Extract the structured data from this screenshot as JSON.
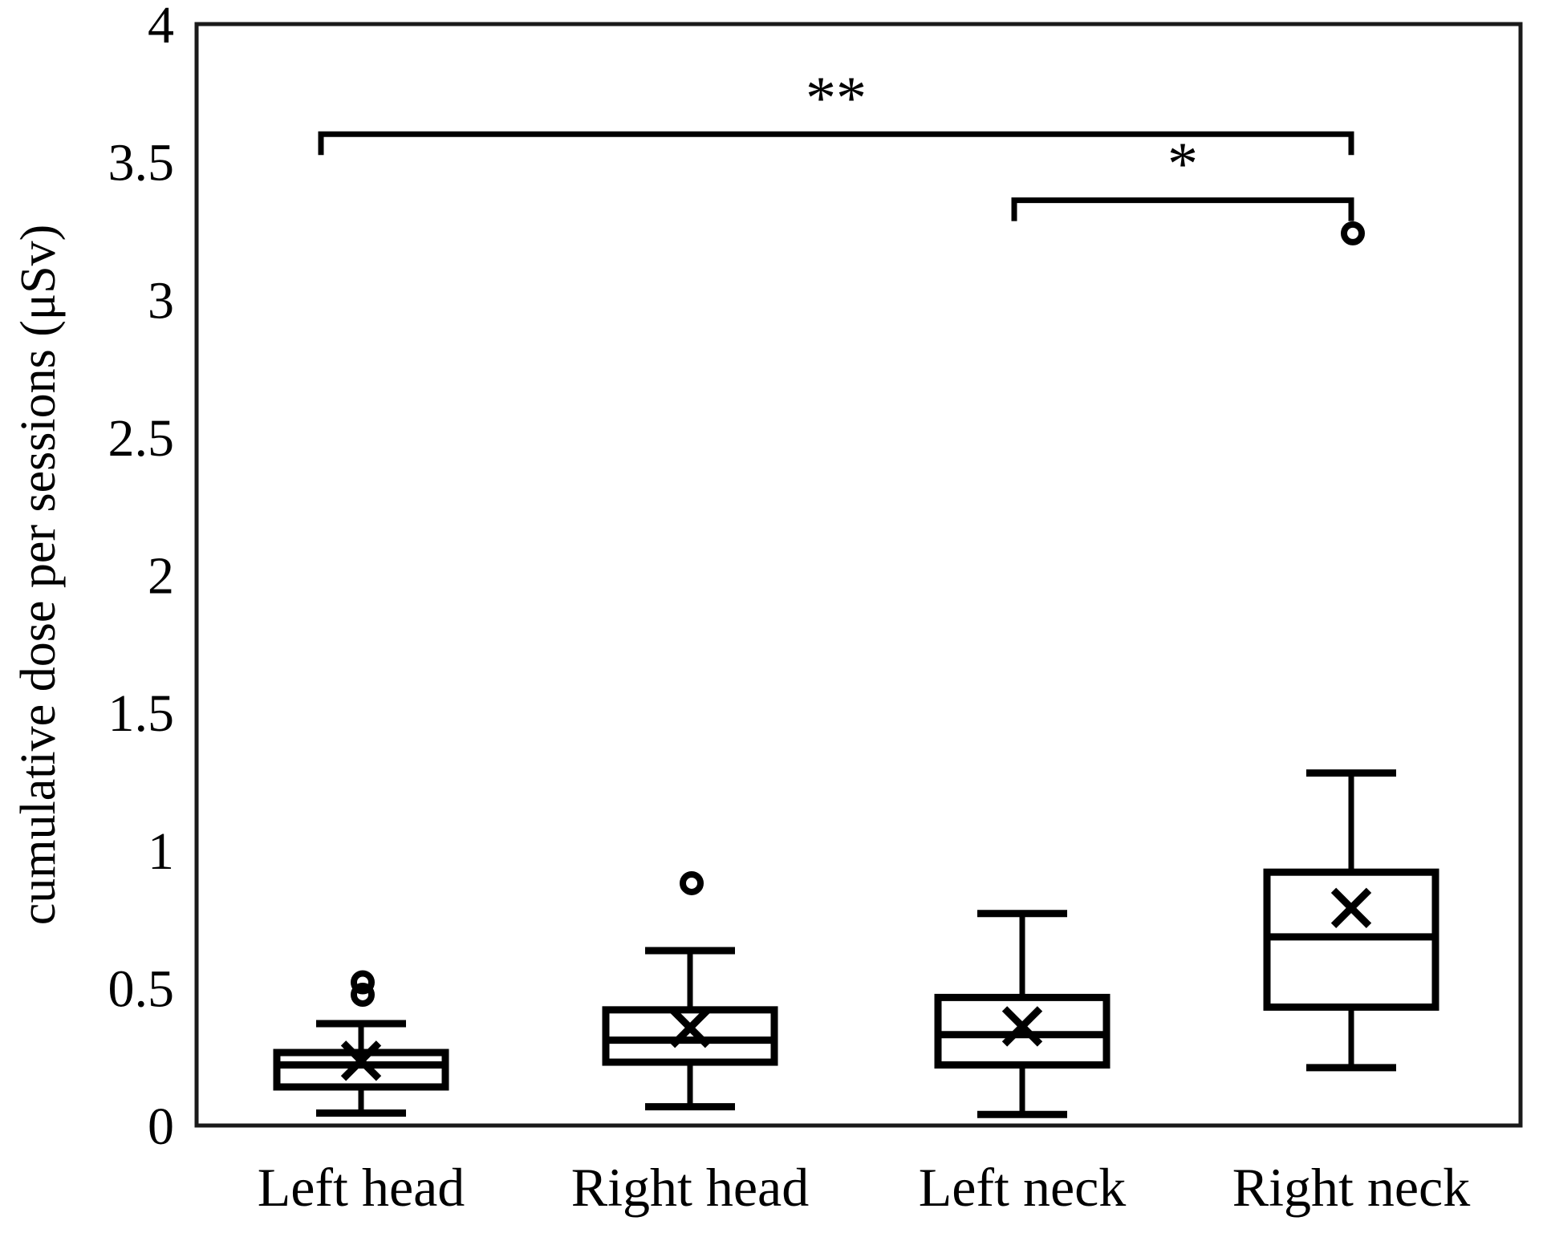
{
  "chart_data": {
    "type": "box",
    "title": "",
    "xlabel": "",
    "ylabel": "cumulative dose per sessions (μSv)",
    "ylim": [
      0,
      4
    ],
    "yticks": [
      "0",
      "0.5",
      "1",
      "1.5",
      "2",
      "2.5",
      "3",
      "3.5",
      "4"
    ],
    "ytick_values": [
      0,
      0.5,
      1,
      1.5,
      2,
      2.5,
      3,
      3.5,
      4
    ],
    "grid": false,
    "legend": "none",
    "categories": [
      "Left head",
      "Right head",
      "Left neck",
      "Right neck"
    ],
    "boxes": [
      {
        "category": "Left head",
        "min": 0.045,
        "q1": 0.14,
        "median": 0.22,
        "q3": 0.265,
        "max": 0.37,
        "mean": 0.235,
        "outliers": [
          0.52,
          0.475
        ]
      },
      {
        "category": "Right head",
        "min": 0.068,
        "q1": 0.23,
        "median": 0.31,
        "q3": 0.42,
        "max": 0.635,
        "mean": 0.355,
        "outliers": [
          0.88
        ]
      },
      {
        "category": "Left neck",
        "min": 0.04,
        "q1": 0.22,
        "median": 0.33,
        "q3": 0.465,
        "max": 0.77,
        "mean": 0.36,
        "outliers": []
      },
      {
        "category": "Right neck",
        "min": 0.21,
        "q1": 0.43,
        "median": 0.685,
        "q3": 0.92,
        "max": 1.28,
        "mean": 0.79,
        "outliers": [
          3.24
        ]
      }
    ],
    "annotations": [
      {
        "label": "**",
        "from": "Left head",
        "to": "Right neck",
        "level": 3.6
      },
      {
        "label": "*",
        "from": "Left neck",
        "to": "Right neck",
        "level": 3.36
      }
    ],
    "colors": {
      "line": "#000000",
      "box_fill": "#ffffff",
      "background": "#ffffff",
      "frame": "#1a1a1a"
    }
  }
}
